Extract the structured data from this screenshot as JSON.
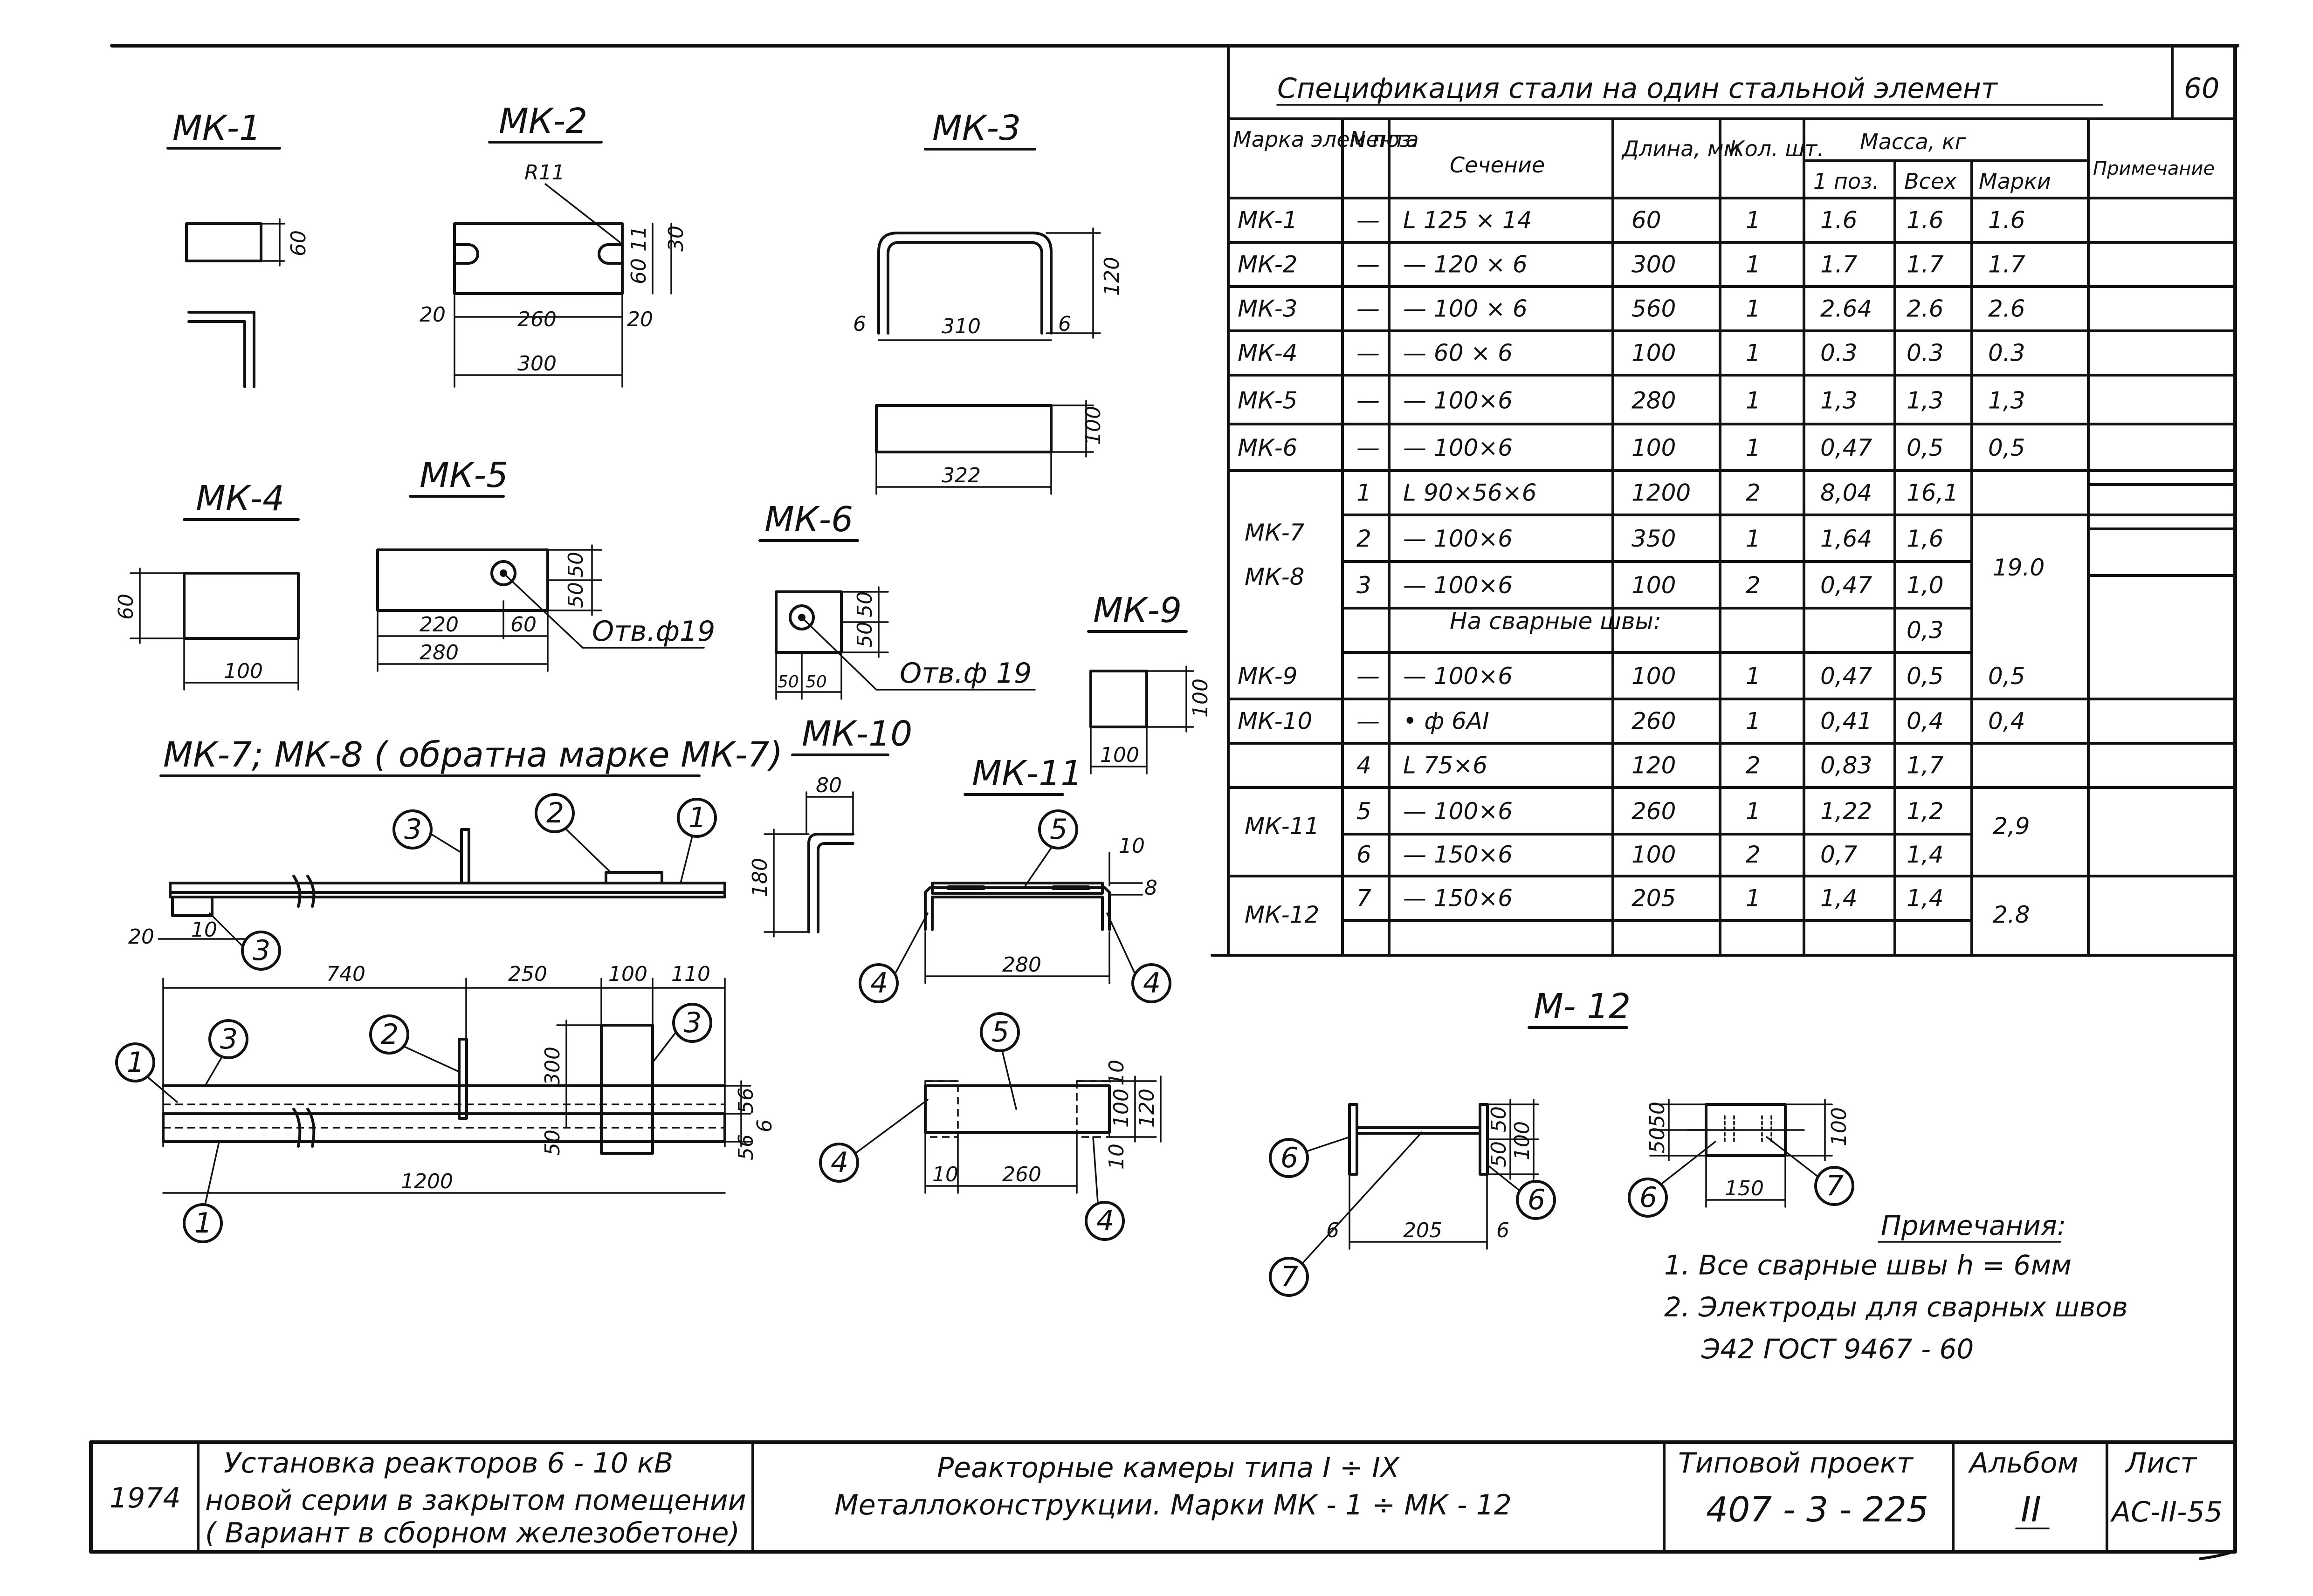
{
  "drawings": {
    "mk1": {
      "title": "МК-1",
      "dims": [
        "60"
      ]
    },
    "mk2": {
      "title": "МК-2",
      "dims": [
        "R11",
        "20",
        "260",
        "20",
        "300",
        "11",
        "11",
        "60",
        "30"
      ]
    },
    "mk3": {
      "title": "МК-3",
      "dims": [
        "6",
        "310",
        "6",
        "120",
        "322",
        "100"
      ]
    },
    "mk4": {
      "title": "МК-4",
      "dims": [
        "60",
        "100"
      ]
    },
    "mk5": {
      "title": "МК-5",
      "dims": [
        "50",
        "50",
        "220",
        "60",
        "280"
      ],
      "hole": "Отв.ф19"
    },
    "mk6": {
      "title": "МК-6",
      "dims": [
        "50",
        "50",
        "50",
        "50"
      ],
      "hole": "Отв.ф 19"
    },
    "mk9": {
      "title": "МК-9",
      "dims": [
        "100",
        "100"
      ]
    },
    "mk10": {
      "title": "МК-10",
      "dims": [
        "80",
        "180"
      ]
    },
    "mk11": {
      "title": "МК-11",
      "dims": [
        "10",
        "8",
        "280",
        "10",
        "120",
        "100",
        "10",
        "10",
        "260"
      ],
      "marks": [
        "5",
        "4",
        "4",
        "5",
        "4",
        "4"
      ]
    },
    "mk7": {
      "title": "МК-7; МК-8 ( обратна марке МК-7)",
      "dims": [
        "20",
        "10",
        "740",
        "250",
        "100",
        "110",
        "300",
        "50",
        "56",
        "6",
        "56",
        "1200"
      ],
      "marks": [
        "3",
        "2",
        "1",
        "3",
        "1",
        "3",
        "2",
        "3",
        "1"
      ]
    },
    "m12": {
      "title": "М- 12",
      "dims": [
        "6",
        "205",
        "6",
        "50",
        "50",
        "100",
        "50",
        "50",
        "150",
        "100"
      ],
      "marks": [
        "6",
        "6",
        "7",
        "6",
        "7"
      ]
    }
  },
  "spec": {
    "title": "Спецификация стали на один стальной элемент",
    "sheet_no": "60",
    "headers": {
      "mark": "Марка элемента",
      "pos": "N поз.",
      "section": "Сечение",
      "length": "Длина, мм",
      "qty": "Кол. шт.",
      "mass": "Масса, кг",
      "mass_1pos": "1 поз.",
      "mass_all": "Всех",
      "mass_mark": "Марки",
      "note": "Примечание"
    },
    "rows": [
      {
        "mark": "МК-1",
        "pos": "—",
        "section": "L 125 × 14",
        "length": "60",
        "qty": "1",
        "m1": "1.6",
        "mall": "1.6",
        "mmark": "1.6"
      },
      {
        "mark": "МК-2",
        "pos": "—",
        "section": "— 120 × 6",
        "length": "300",
        "qty": "1",
        "m1": "1.7",
        "mall": "1.7",
        "mmark": "1.7"
      },
      {
        "mark": "МК-3",
        "pos": "—",
        "section": "— 100 × 6",
        "length": "560",
        "qty": "1",
        "m1": "2.64",
        "mall": "2.6",
        "mmark": "2.6"
      },
      {
        "mark": "МК-4",
        "pos": "—",
        "section": "— 60 × 6",
        "length": "100",
        "qty": "1",
        "m1": "0.3",
        "mall": "0.3",
        "mmark": "0.3"
      },
      {
        "mark": "МК-5",
        "pos": "—",
        "section": "— 100×6",
        "length": "280",
        "qty": "1",
        "m1": "1,3",
        "mall": "1,3",
        "mmark": "1,3"
      },
      {
        "mark": "МК-6",
        "pos": "—",
        "section": "— 100×6",
        "length": "100",
        "qty": "1",
        "m1": "0,47",
        "mall": "0,5",
        "mmark": "0,5"
      },
      {
        "mark": "",
        "pos": "1",
        "section": "L 90×56×6",
        "length": "1200",
        "qty": "2",
        "m1": "8,04",
        "mall": "16,1",
        "mmark": ""
      },
      {
        "mark": "",
        "pos": "2",
        "section": "— 100×6",
        "length": "350",
        "qty": "1",
        "m1": "1,64",
        "mall": "1,6",
        "mmark": ""
      },
      {
        "mark": "",
        "pos": "3",
        "section": "— 100×6",
        "length": "100",
        "qty": "2",
        "m1": "0,47",
        "mall": "1,0",
        "mmark": ""
      },
      {
        "mark": "",
        "pos": "",
        "section": "",
        "length": "",
        "qty": "",
        "m1": "",
        "mall": "0,3",
        "mmark": ""
      },
      {
        "mark": "МК-9",
        "pos": "—",
        "section": "— 100×6",
        "length": "100",
        "qty": "1",
        "m1": "0,47",
        "mall": "0,5",
        "mmark": "0,5"
      },
      {
        "mark": "МК-10",
        "pos": "—",
        "section": "• ф 6AI",
        "length": "260",
        "qty": "1",
        "m1": "0,41",
        "mall": "0,4",
        "mmark": "0,4"
      },
      {
        "mark": "",
        "pos": "4",
        "section": "L 75×6",
        "length": "120",
        "qty": "2",
        "m1": "0,83",
        "mall": "1,7",
        "mmark": ""
      },
      {
        "mark": "",
        "pos": "5",
        "section": "— 100×6",
        "length": "260",
        "qty": "1",
        "m1": "1,22",
        "mall": "1,2",
        "mmark": ""
      },
      {
        "mark": "",
        "pos": "6",
        "section": "— 150×6",
        "length": "100",
        "qty": "2",
        "m1": "0,7",
        "mall": "1,4",
        "mmark": ""
      },
      {
        "mark": "",
        "pos": "7",
        "section": "— 150×6",
        "length": "205",
        "qty": "1",
        "m1": "1,4",
        "mall": "1,4",
        "mmark": ""
      }
    ],
    "merged": {
      "mk78_mark_a": "МК-7",
      "mk78_mark_b": "МК-8",
      "mk78_mass": "19.0",
      "welds": "На сварные швы:",
      "mk11_mark": "МК-11",
      "mk11_mass": "2,9",
      "mk12_mark": "МК-12",
      "mk12_mass": "2.8"
    }
  },
  "notes": {
    "heading": "Примечания:",
    "items": [
      "1. Все сварные швы h = 6мм",
      "2. Электроды для сварных швов",
      "Э42 ГОСТ 9467 - 60"
    ]
  },
  "title_block": {
    "year": "1974",
    "subject": [
      "Установка реакторов 6 - 10 кВ",
      "новой серии в закрытом помещении",
      "( Вариант в сборном железобетоне)"
    ],
    "title": [
      "Реакторные камеры типа I ÷ IX",
      "Металлоконструкции. Марки МК - 1 ÷ МК - 12"
    ],
    "project_label": "Типовой проект",
    "project_no": "407 - 3 - 225",
    "album_label": "Альбом",
    "album_no": "II",
    "sheet_label": "Лист",
    "sheet_no": "АС-II-55"
  }
}
